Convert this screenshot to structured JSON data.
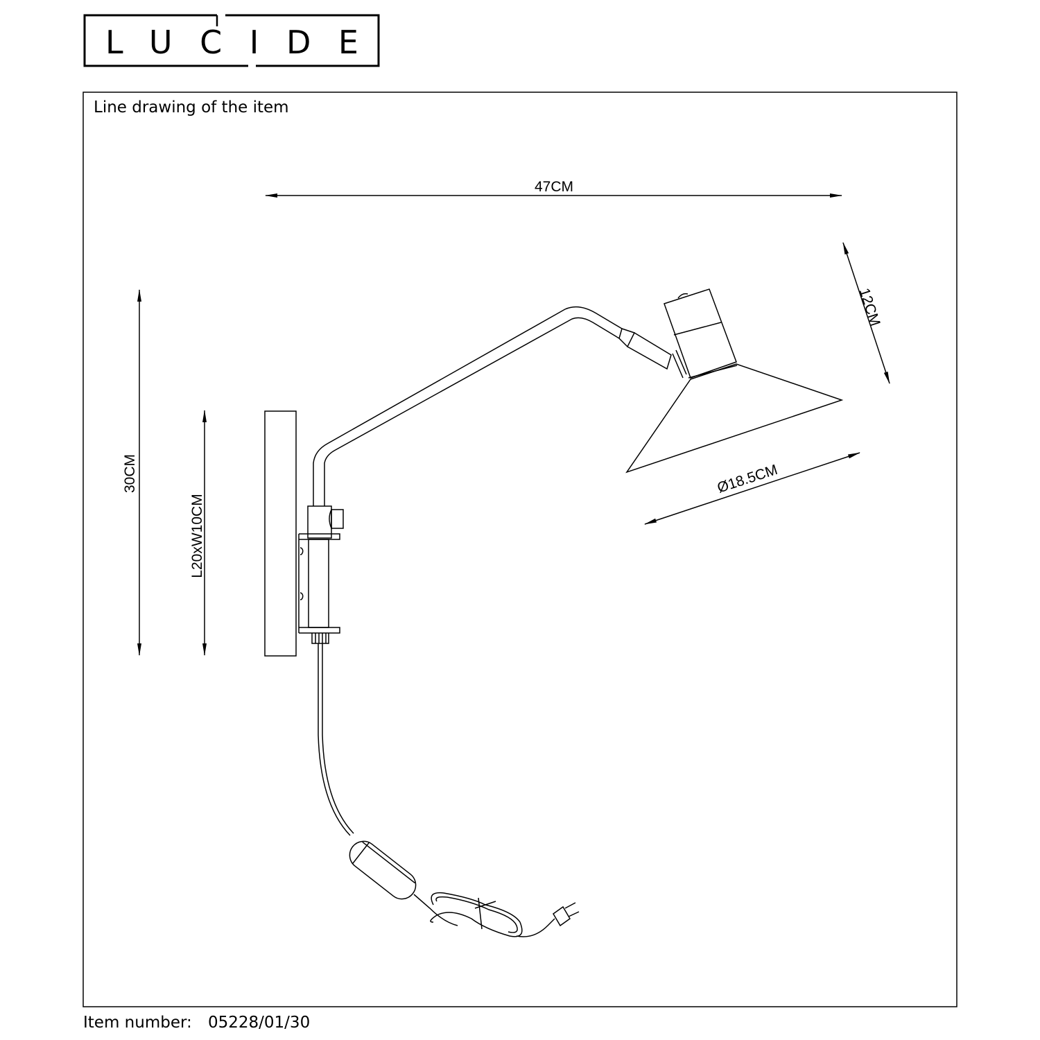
{
  "brand": {
    "logo_text": "LUCIDE"
  },
  "header": {
    "title": "Line drawing of the item"
  },
  "dimensions": {
    "width": "47CM",
    "height": "30CM",
    "backplate": "L20xW10CM",
    "shade_height": "12CM",
    "shade_diameter": "Ø18.5CM"
  },
  "footer": {
    "item_label": "Item number:",
    "item_number": "05228/01/30"
  }
}
